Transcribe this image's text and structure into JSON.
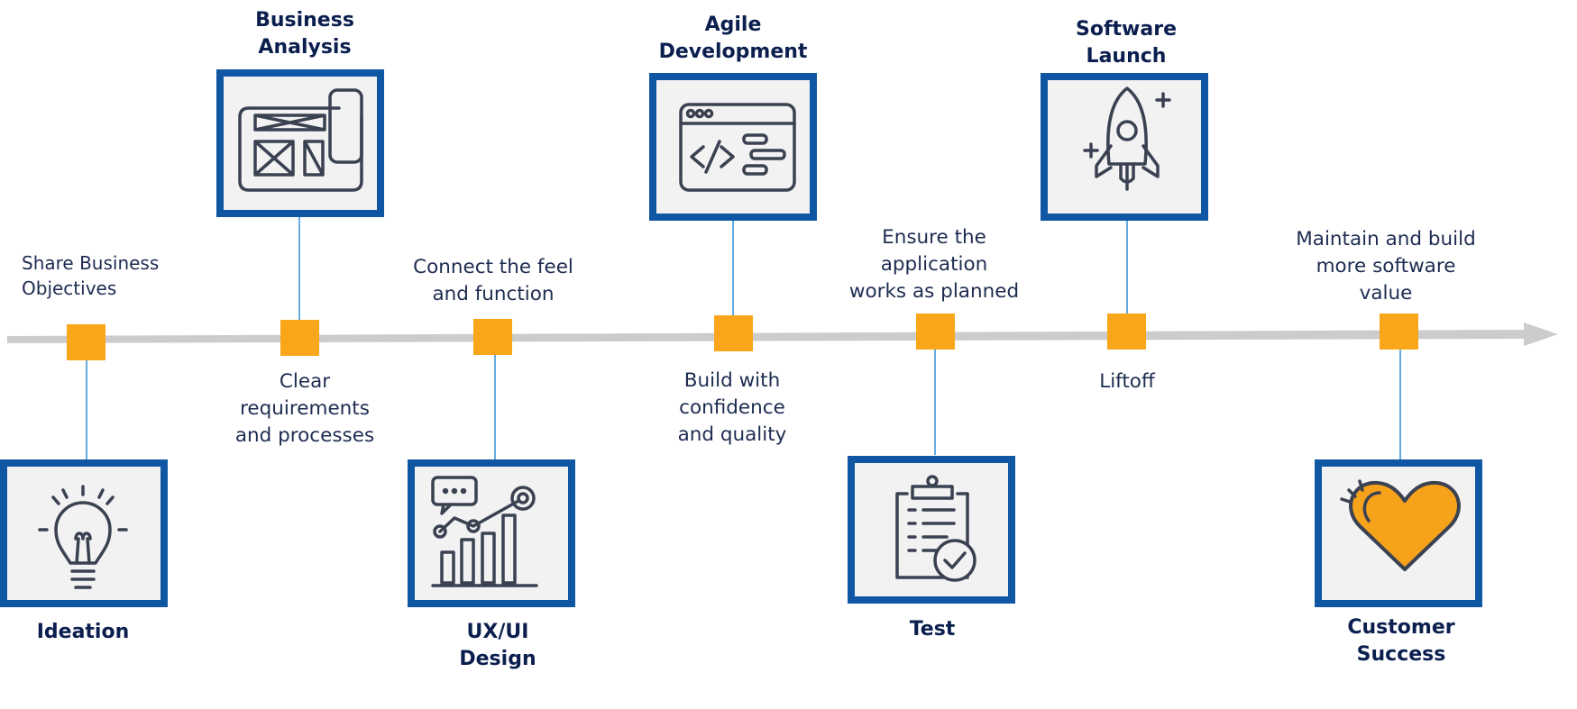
{
  "colors": {
    "timeline": "#cccccc",
    "marker": "#faa61a",
    "box_border": "#0f57a3",
    "box_fill": "#f2f2f2",
    "connector": "#2f8fd8",
    "icon_stroke": "#3a4151",
    "title_text": "#0b1f4f",
    "desc_text": "#1d2c50",
    "heart": "#f7a21b"
  },
  "stages": [
    {
      "title": "Ideation",
      "description": "Share Business\nObjectives",
      "icon": "lightbulb-icon",
      "side": "below"
    },
    {
      "title": "Business\nAnalysis",
      "description": "Clear\nrequirements\nand processes",
      "icon": "wireframe-blueprint-icon",
      "side": "above"
    },
    {
      "title": "UX/UI\nDesign",
      "description": "Connect the feel\nand function",
      "icon": "chart-growth-icon",
      "side": "below"
    },
    {
      "title": "Agile\nDevelopment",
      "description": "Build with\nconfidence\nand quality",
      "icon": "code-window-icon",
      "side": "above"
    },
    {
      "title": "Test",
      "description": "Ensure the\napplication\nworks as planned",
      "icon": "clipboard-check-icon",
      "side": "below"
    },
    {
      "title": "Software\nLaunch",
      "description": "Liftoff",
      "icon": "rocket-icon",
      "side": "above"
    },
    {
      "title": "Customer\nSuccess",
      "description": "Maintain and build\nmore software\nvalue",
      "icon": "heart-icon",
      "side": "below"
    }
  ]
}
